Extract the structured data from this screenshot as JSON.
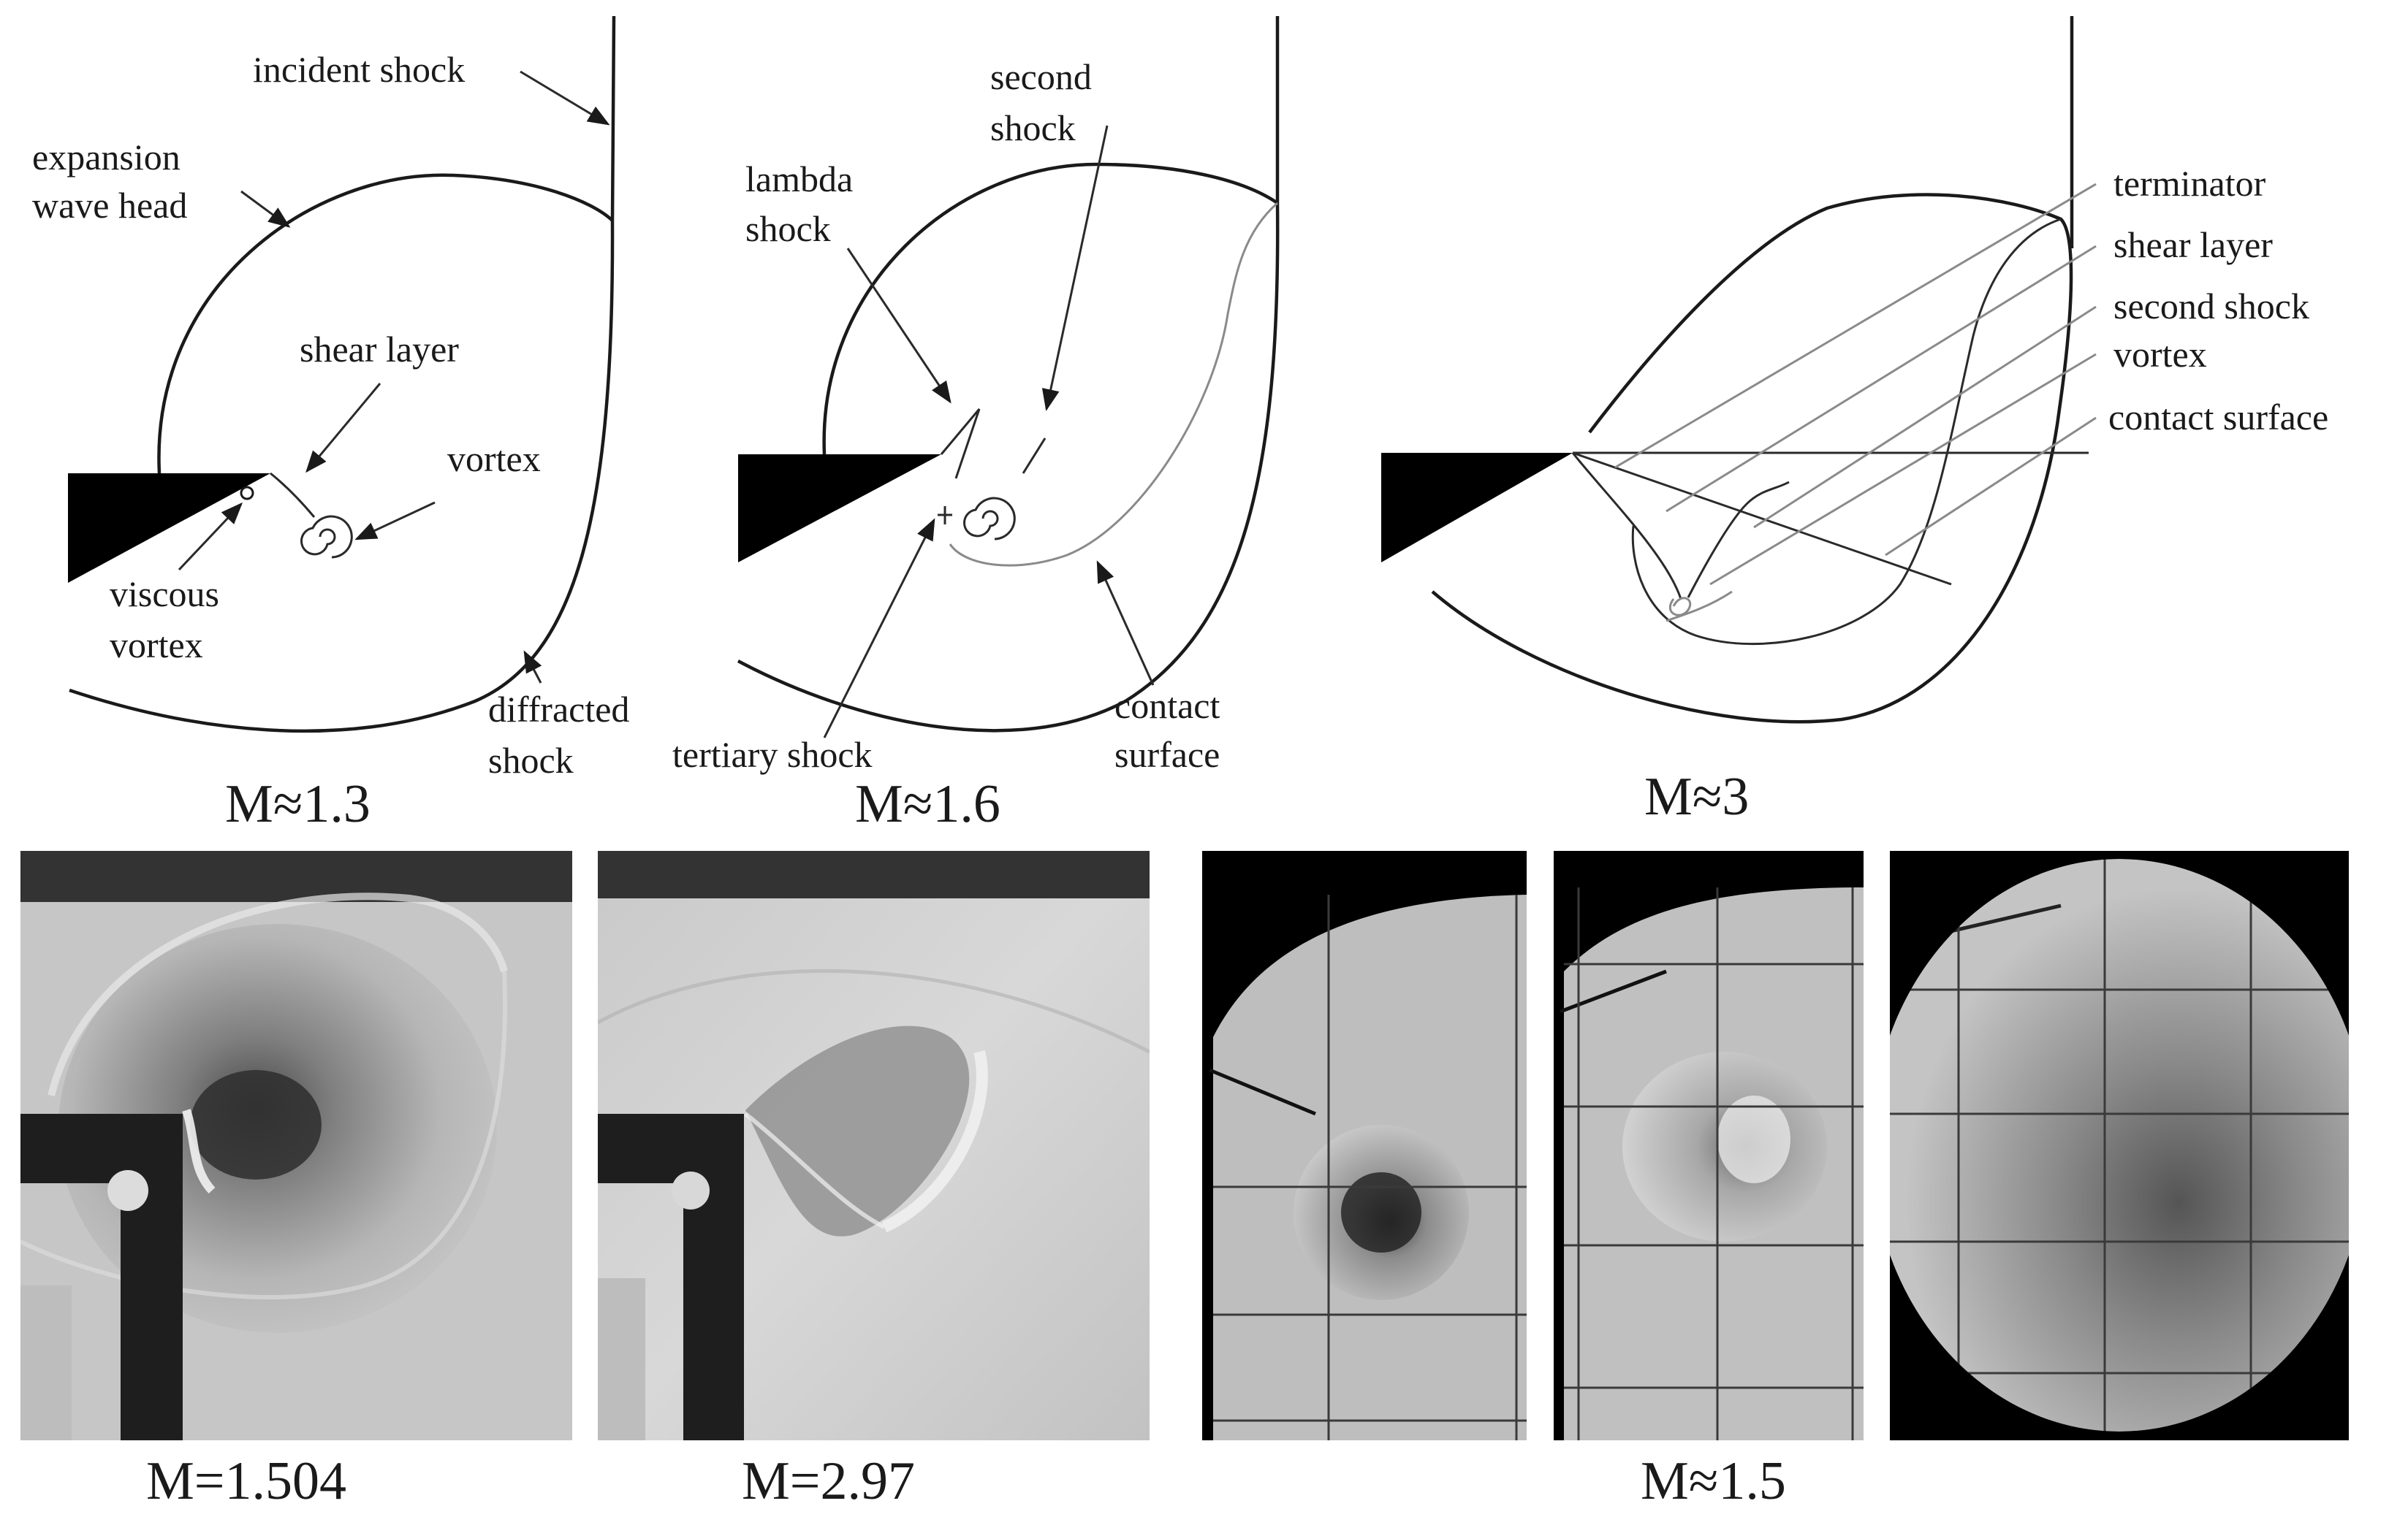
{
  "panel_a": {
    "labels": {
      "incident_shock": "incident shock",
      "expansion_1": "expansion",
      "expansion_2": "wave head",
      "shear_layer": "shear layer",
      "vortex": "vortex",
      "viscous_1": "viscous",
      "viscous_2": "vortex",
      "diffracted_1": "diffracted",
      "diffracted_2": "shock"
    },
    "caption": "M≈1.3"
  },
  "panel_b": {
    "labels": {
      "second_1": "second",
      "second_2": "shock",
      "lambda_1": "lambda",
      "lambda_2": "shock",
      "tertiary": "tertiary shock",
      "contact_1": "contact",
      "contact_2": "surface"
    },
    "caption": "M≈1.6"
  },
  "panel_c": {
    "labels": {
      "terminator": "terminator",
      "shear_layer": "shear layer",
      "second_shock": "second shock",
      "vortex": "vortex",
      "contact_surface": "contact surface"
    },
    "caption": "M≈3"
  },
  "photos": {
    "caption_1": "M=1.504",
    "caption_2": "M=2.97",
    "caption_3": "M≈1.5"
  }
}
